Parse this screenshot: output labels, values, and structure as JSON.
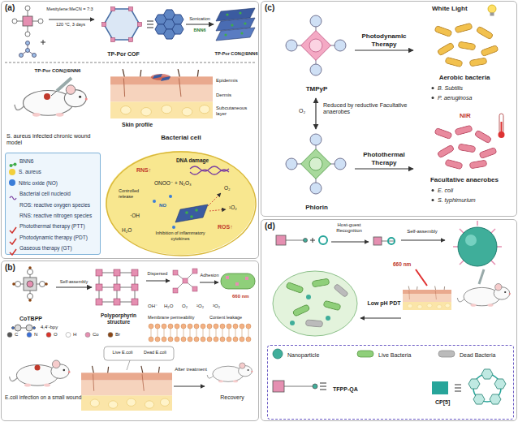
{
  "diagram": {
    "nodes": [
      {
        "text": [
          "(a)"
        ]
      },
      {
        "text": [
          "TP-Por COF"
        ],
        "in": 0
      },
      {
        "text": [
          "TP-Por CON@BNN6"
        ],
        "in": 0
      },
      {
        "text": [
          "Bacterial cell"
        ],
        "in": 0
      },
      {
        "text": [
          "(b)"
        ]
      },
      {
        "text": [
          "CoTBPP"
        ],
        "in": 4
      },
      {
        "text": [
          "Polyporphyrin structure"
        ],
        "in": 4
      },
      {
        "text": [
          "(c)"
        ]
      },
      {
        "text": [
          "TMPyP"
        ],
        "in": 7
      },
      {
        "text": [
          "Phlorin"
        ],
        "in": 7
      },
      {
        "text": [
          "Aerobic bacteria",
          "B. Subtilis",
          "P. aeruginosa"
        ],
        "in": 7
      },
      {
        "text": [
          "Facultative anaerobes",
          "E. coli",
          "S. typhimurium"
        ],
        "in": 7
      },
      {
        "text": [
          "(d)"
        ]
      },
      {
        "text": [
          "Nanoparticle",
          "Live Bacteria",
          "Dead Bacteria",
          "TFPP-QA",
          "CP[5]"
        ],
        "in": 12
      }
    ],
    "edges": [
      {
        "from": 1,
        "to": 2,
        "label": "Sonication",
        "arrow": "to"
      },
      {
        "from": 5,
        "to": 6,
        "label": "Self-assembly",
        "arrow": "to"
      },
      {
        "from": 8,
        "to": 9,
        "label": "Reduced by reductive Facultative anaerobes",
        "arrow": "both"
      },
      {
        "from": 8,
        "to": 10,
        "label": "Photodynamic Therapy",
        "arrow": "to"
      },
      {
        "from": 9,
        "to": 11,
        "label": "Photothermal Therapy",
        "arrow": "to"
      }
    ],
    "labels": [
      "Mesitylene:MeCN = 7:3",
      "120 °C, 3 days",
      "BNN6",
      "TP-Por CON@BNN6",
      "S. aureus infected chronic wound model",
      "Skin profile",
      "Epidermis",
      "Dermis",
      "Subcutaneous layer",
      "DNA damage",
      "RNS↑",
      "Controlled release",
      "ONOO⁻ + N₂O₃",
      "NO",
      "·OH",
      "H₂O",
      "O₂",
      "¹O₂",
      "ROS↑",
      "Inhibition of inflammatory cytokines",
      "4,4'-bpy",
      "C",
      "N",
      "O",
      "H",
      "Co",
      "Br",
      "Dispersed",
      "Adhesion",
      "660 nm",
      "OH⁻",
      "H₂O",
      "O₂",
      "¹O₂",
      "³O₂",
      "Membrane permeability",
      "Content leakage",
      "Live E.coli",
      "Dead E.coli",
      "After treatment",
      "E.coli infection on a small wound",
      "Recovery",
      "White Light",
      "NIR",
      "O₂",
      "Host-guest Recognition",
      "Self-assembly",
      "660 nm",
      "Low pH PDT"
    ],
    "legend": [
      {
        "text": "BNN6"
      },
      {
        "text": "S. aureus",
        "color": "#f2cf3c"
      },
      {
        "text": "Nitric oxide (NO)",
        "color": "#3b7dd8"
      },
      {
        "text": "Bacterial cell nucleoid"
      },
      {
        "text": "ROS: reactive oxygen species"
      },
      {
        "text": "RNS: reactive nitrogen species"
      },
      {
        "text": "Photothermal therapy (PTT)"
      },
      {
        "text": "Photodynamic therapy (PDT)"
      },
      {
        "text": "Gaseous therapy (GT)"
      }
    ]
  }
}
